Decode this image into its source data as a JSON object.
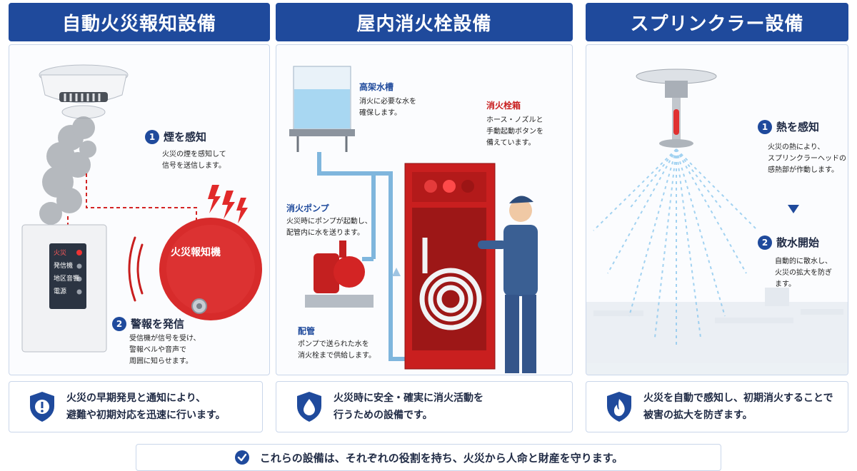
{
  "columns": [
    {
      "title": "自動火災報知設備",
      "steps": [
        {
          "num": "1",
          "title": "煙を感知",
          "lines": [
            "火災の煙を感知して",
            "信号を送信します。"
          ]
        },
        {
          "num": "2",
          "title": "警報を発信",
          "lines": [
            "受信機が信号を受け、",
            "警報ベルや音声で",
            "周囲に知らせます。"
          ]
        }
      ],
      "bell_label": "火災報知機",
      "panel_labels": [
        "火災",
        "発信機",
        "地区音響",
        "電源"
      ],
      "summary": [
        "火災の早期発見と通知により、",
        "避難や初期対応を迅速に行います。"
      ]
    },
    {
      "title": "屋内消火栓設備",
      "labels": {
        "tank": {
          "title": "高架水槽",
          "lines": [
            "消火に必要な水を",
            "確保します。"
          ]
        },
        "pump": {
          "title": "消火ポンプ",
          "lines": [
            "火災時にポンプが起動し、",
            "配管内に水を送ります。"
          ]
        },
        "pipe": {
          "title": "配管",
          "lines": [
            "ポンプで送られた水を",
            "消火栓まで供給します。"
          ]
        },
        "box": {
          "title": "消火栓箱",
          "lines": [
            "ホース・ノズルと",
            "手動起動ボタンを",
            "備えています。"
          ]
        }
      },
      "summary": [
        "火災時に安全・確実に消火活動を",
        "行うための設備です。"
      ]
    },
    {
      "title": "スプリンクラー設備",
      "steps": [
        {
          "num": "1",
          "title": "熱を感知",
          "lines": [
            "火災の熱により、",
            "スプリンクラーヘッドの",
            "感熱部が作動します。"
          ]
        },
        {
          "num": "2",
          "title": "散水開始",
          "lines": [
            "自動的に散水し、",
            "火災の拡大を防ぎ",
            "ます。"
          ]
        }
      ],
      "summary": [
        "火災を自動で感知し、初期消火することで",
        "被害の拡大を防ぎます。"
      ]
    }
  ],
  "footer": "これらの設備は、それぞれの役割を持ち、火災から人命と財産を守ります。",
  "colors": {
    "navy": "#1f4a9c",
    "red": "#d32424",
    "water": "#8cc8ee"
  }
}
